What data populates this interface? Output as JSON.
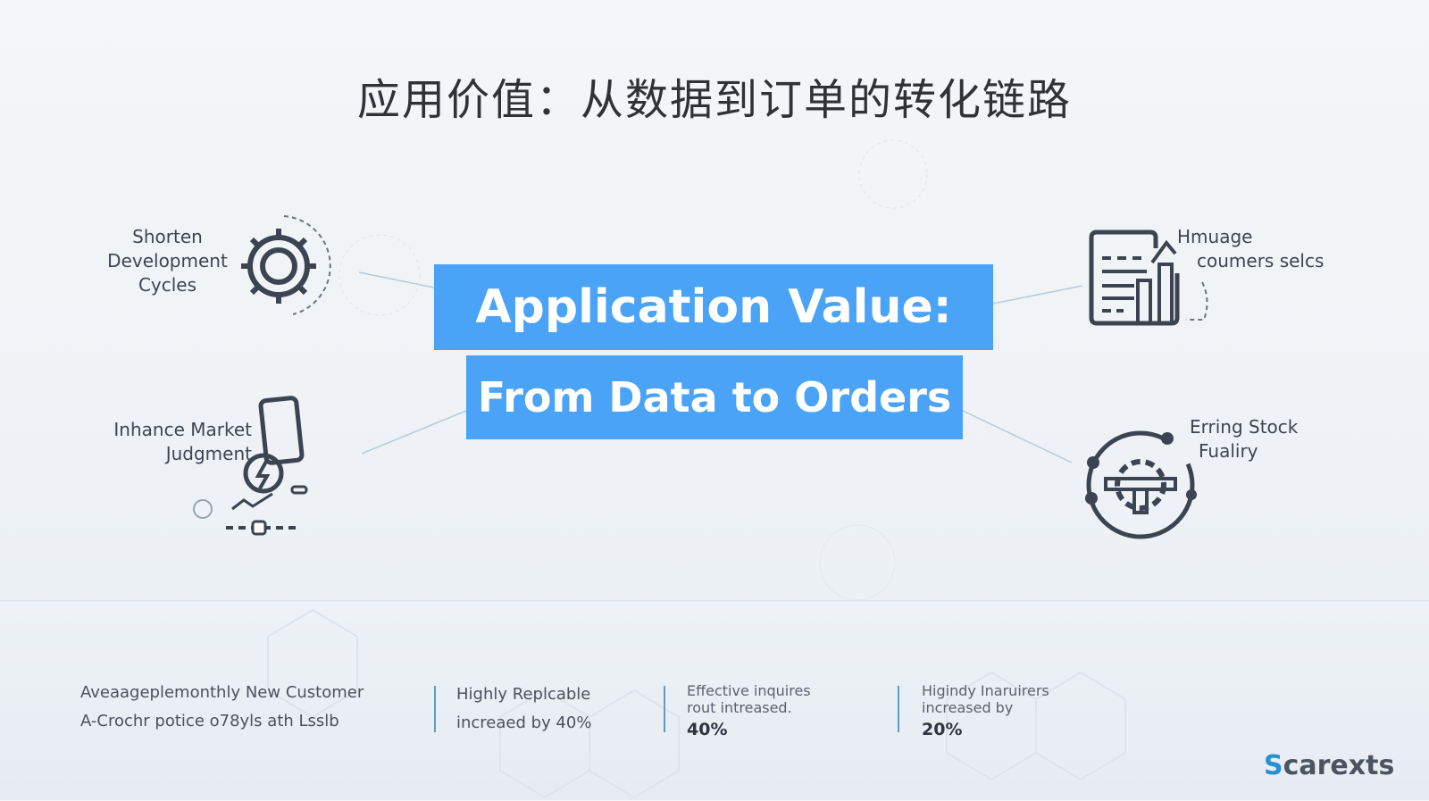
{
  "title": "应用价值：从数据到订单的转化链路",
  "banner": {
    "line1": "Application Value:",
    "line2": "From Data to Orders",
    "color": "#4aa3f6"
  },
  "features": [
    {
      "lines": [
        "Shorten",
        "Development",
        "Cycles"
      ],
      "icon": "gear-icon"
    },
    {
      "lines": [
        "Inhance Market",
        "Judgment"
      ],
      "icon": "phone-lightning-icon"
    },
    {
      "lines": [
        "Hmuage",
        "coumers selcs"
      ],
      "icon": "report-chart-icon"
    },
    {
      "lines": [
        "Erring Stock",
        "Fualiry"
      ],
      "icon": "gear-cycle-icon"
    }
  ],
  "stats": [
    {
      "line1": "Aveaageplemonthly New Customer",
      "line2": "A-Crochr potice o78yls ath Lsslb"
    },
    {
      "line1": "Highly Replcable",
      "line2": "increaed by 40%"
    },
    {
      "line1": "Effective inquires",
      "line2": "rout intreased.",
      "pct": "40%"
    },
    {
      "line1": "Higindy Inaruirers",
      "line2": "increased by",
      "pct": "20%"
    }
  ],
  "logo": {
    "mark": "S",
    "text": "carexts"
  }
}
